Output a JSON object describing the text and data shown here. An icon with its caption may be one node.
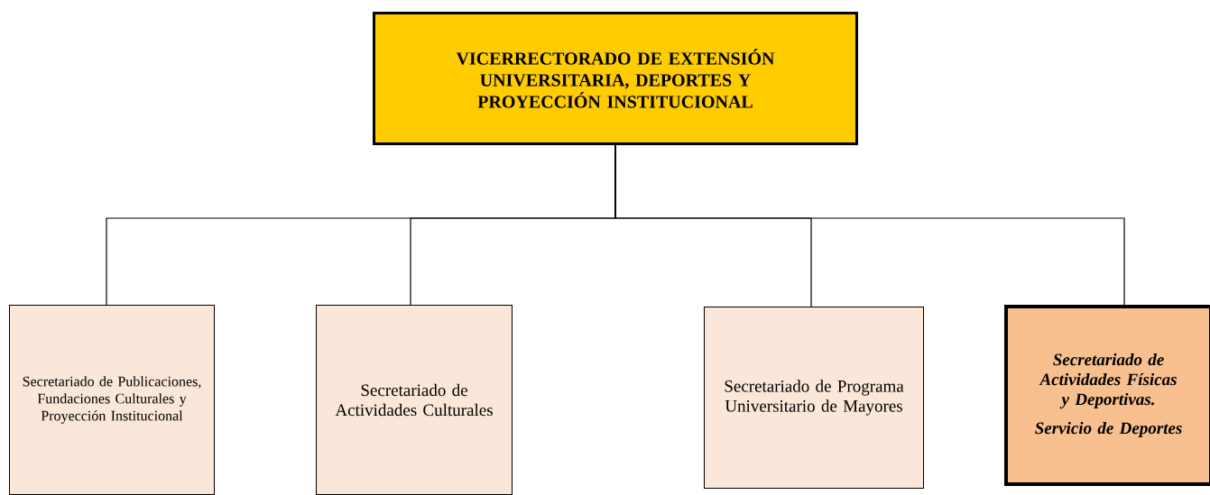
{
  "diagram": {
    "nodes": [
      {
        "text": [
          "VICERRECTORADO DE EXTENSIÓN UNIVERSITARIA, DEPORTES Y PROYECCIÓN INSTITUCIONAL"
        ]
      },
      {
        "text": [
          "Secretariado de Publicaciones, Fundaciones Culturales y Proyección Institucional"
        ]
      },
      {
        "text": [
          "Secretariado de Actividades Culturales"
        ]
      },
      {
        "text": [
          "Secretariado de Programa Universitario de Mayores"
        ]
      },
      {
        "text": [
          "Secretariado de Actividades Físicas y Deportivas.",
          "Servicio de Deportes"
        ]
      }
    ],
    "edges": [
      {
        "from": 0,
        "to": 1,
        "arrow": "none"
      },
      {
        "from": 0,
        "to": 2,
        "arrow": "none"
      },
      {
        "from": 0,
        "to": 3,
        "arrow": "none"
      },
      {
        "from": 0,
        "to": 4,
        "arrow": "none"
      }
    ]
  }
}
